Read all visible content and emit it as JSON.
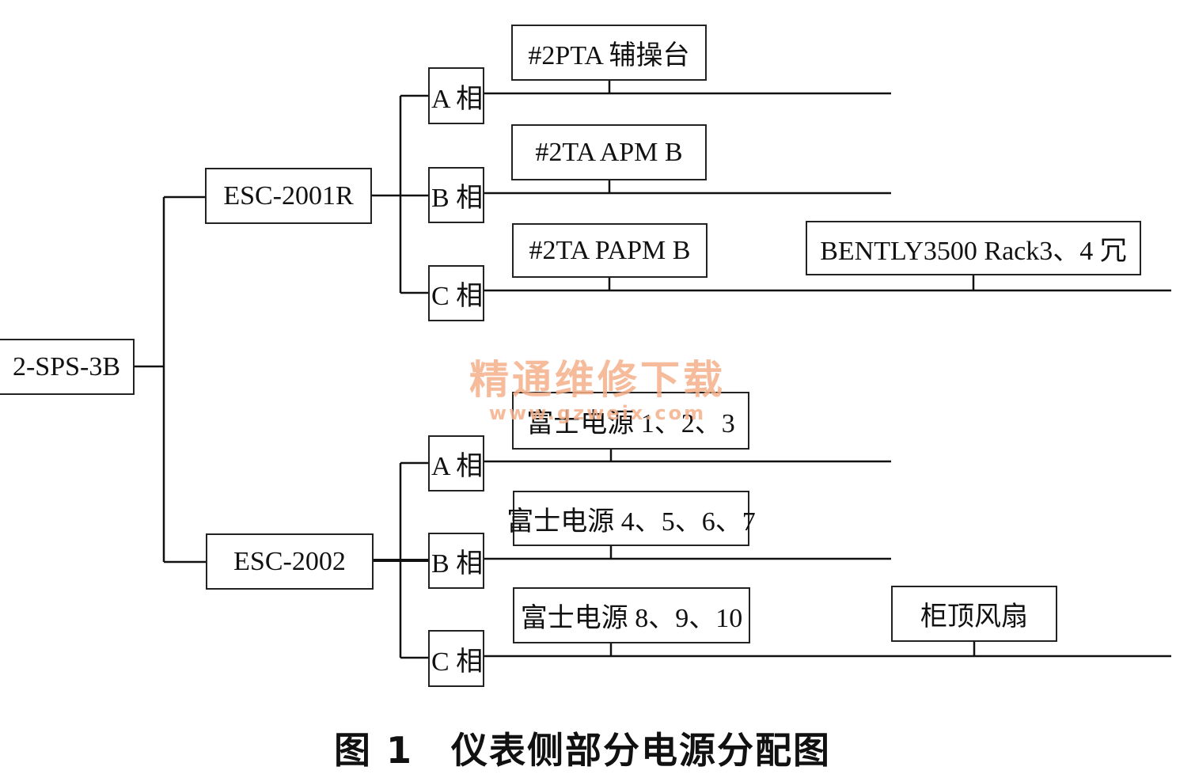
{
  "diagram": {
    "root": "2-SPS-3B",
    "esc_top": "ESC-2001R",
    "esc_bottom": "ESC-2002",
    "top_phases": {
      "a": "A 相",
      "b": "B 相",
      "c": "C 相"
    },
    "bottom_phases": {
      "a": "A 相",
      "b": "B 相",
      "c": "C 相"
    },
    "top_loads": {
      "a": "#2PTA 辅操台",
      "b": "#2TA APM B",
      "c": "#2TA PAPM B",
      "c2": "BENTLY3500 Rack3、4 冗"
    },
    "bottom_loads": {
      "a": "富士电源 1、2、3",
      "b": "富士电源 4、5、6、7",
      "c": "富士电源 8、9、10",
      "c2": "柜顶风扇"
    }
  },
  "caption": "图 1　仪表侧部分电源分配图",
  "watermark": {
    "text": "精通维修下载",
    "url": "www.gzweix.com"
  }
}
